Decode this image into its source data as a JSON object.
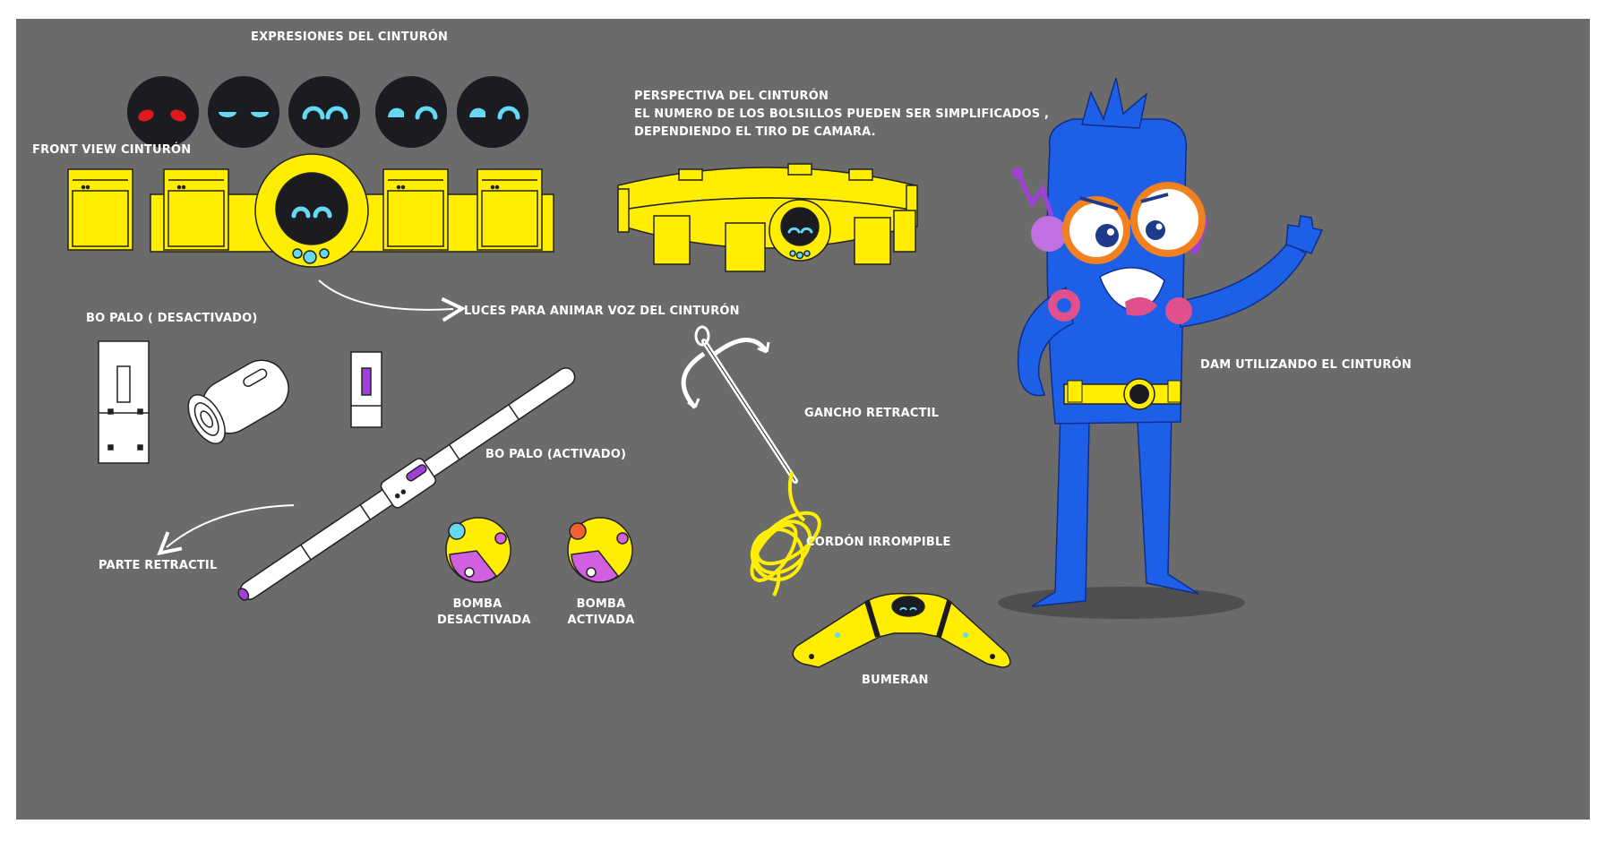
{
  "sheet": {
    "colors": {
      "background": "#6b6b6b",
      "belt_yellow": "#ffee00",
      "character_blue": "#1e5fe8",
      "glasses_orange": "#f08020",
      "accent_cyan": "#66d8f0",
      "accent_purple": "#a040d8",
      "face_dark": "#1b1b22"
    }
  },
  "labels": {
    "belt_expressions": "Expresiones del cinturón",
    "front_view": "Front view cinturón",
    "perspective_title": "Perspectiva del cinturón",
    "perspective_note_1": "el numero de los bolsillos pueden ser simplificados ,",
    "perspective_note_2": "dependiendo el tiro de camara.",
    "lights_note": "Luces para animar voz del cinturón",
    "bo_off": "Bo palo ( desactivado)",
    "bo_on": "Bo palo (activado)",
    "retractable_part": "Parte retractil",
    "bomb_off_1": "Bomba",
    "bomb_off_2": "desactivada",
    "bomb_on_1": "Bomba",
    "bomb_on_2": "activada",
    "hook": "Gancho retractil",
    "cord": "Cordón irrompible",
    "boomerang": "Bumeran",
    "character": "Dam utilizando el cinturón"
  }
}
